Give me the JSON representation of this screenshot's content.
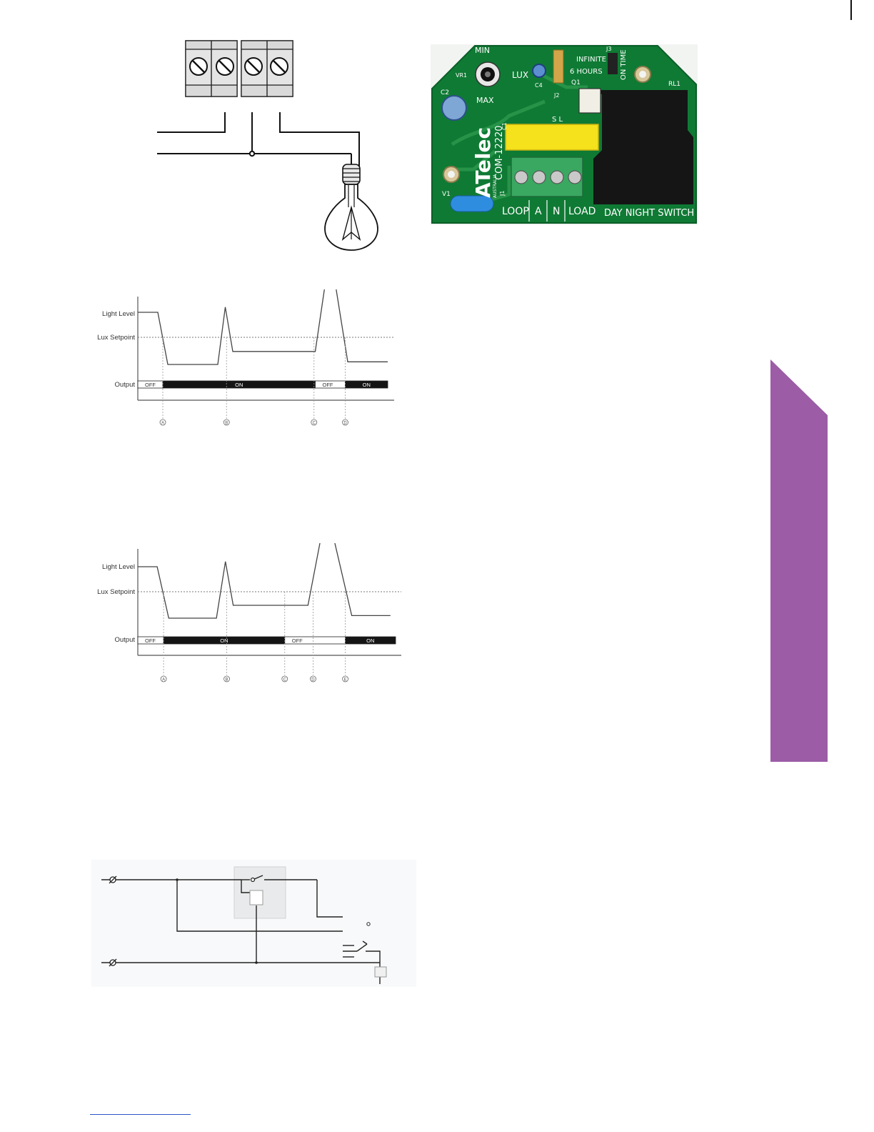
{
  "wiring_diagram": {
    "terminal_block": {
      "terminal_count": 4
    }
  },
  "pcb": {
    "brand": "ATelec",
    "brand_sub": "AUSTRALIA",
    "model": "COM-12220",
    "labels": {
      "min": "MIN",
      "max": "MAX",
      "lux": "LUX",
      "vr1": "VR1",
      "c2": "C2",
      "c4": "C4",
      "c1": "C1",
      "j2": "J2",
      "j3": "J3",
      "q1": "Q1",
      "rl1": "RL1",
      "j1": "J1",
      "v1": "V1",
      "sl": "S  L",
      "infinite": "INFINITE",
      "six_hours": "6 HOURS",
      "on_time": "ON TIME",
      "terminals": [
        "LOOP",
        "A",
        "N",
        "LOAD"
      ],
      "product": "DAY NIGHT SWITCH"
    },
    "colors": {
      "board": "#0f7a34",
      "relay": "#151515",
      "capacitor": "#f5e11c",
      "terminal_block": "#3aa861",
      "varistor": "#2f8de0"
    }
  },
  "chart_data": [
    {
      "type": "line",
      "labels": {
        "light_level": "Light Level",
        "lux_setpoint": "Lux Setpoint",
        "output": "Output"
      },
      "light_level": [
        {
          "t": 0,
          "level": 1.0
        },
        {
          "t": 8,
          "level": 1.0
        },
        {
          "t": 12,
          "level": 0.0
        },
        {
          "t": 32,
          "level": 0.0
        },
        {
          "t": 35,
          "level": 1.1
        },
        {
          "t": 38,
          "level": 0.25
        },
        {
          "t": 71,
          "level": 0.25
        },
        {
          "t": 75,
          "level": 1.55
        },
        {
          "t": 79,
          "level": 1.55
        },
        {
          "t": 84,
          "level": 0.05
        },
        {
          "t": 100,
          "level": 0.05
        }
      ],
      "setpoint": 0.75,
      "output_segments": [
        {
          "from": 0,
          "to": 10,
          "state": "OFF"
        },
        {
          "from": 10,
          "to": 71,
          "state": "ON"
        },
        {
          "from": 71,
          "to": 83,
          "state": "OFF"
        },
        {
          "from": 83,
          "to": 100,
          "state": "ON"
        }
      ],
      "markers": [
        {
          "t": 10,
          "label": "A"
        },
        {
          "t": 35.5,
          "label": "B"
        },
        {
          "t": 70.5,
          "label": "C"
        },
        {
          "t": 83,
          "label": "D"
        }
      ],
      "grid": false
    },
    {
      "type": "line",
      "labels": {
        "light_level": "Light Level",
        "lux_setpoint": "Lux Setpoint",
        "output": "Output"
      },
      "light_level": [
        {
          "t": 0,
          "level": 1.0
        },
        {
          "t": 7.5,
          "level": 1.0
        },
        {
          "t": 12,
          "level": 0.0
        },
        {
          "t": 30.5,
          "level": 0.0
        },
        {
          "t": 34,
          "level": 1.1
        },
        {
          "t": 37,
          "level": 0.25
        },
        {
          "t": 66,
          "level": 0.25
        },
        {
          "t": 71,
          "level": 1.55
        },
        {
          "t": 76,
          "level": 1.55
        },
        {
          "t": 83,
          "level": 0.05
        },
        {
          "t": 98,
          "level": 0.05
        }
      ],
      "setpoint": 0.75,
      "output_segments": [
        {
          "from": 0,
          "to": 10,
          "state": "OFF"
        },
        {
          "from": 10,
          "to": 57,
          "state": "ON"
        },
        {
          "from": 57,
          "to": 80.5,
          "state": "OFF"
        },
        {
          "from": 80.5,
          "to": 100,
          "state": "ON"
        }
      ],
      "markers": [
        {
          "t": 10,
          "label": "A"
        },
        {
          "t": 34.5,
          "label": "B"
        },
        {
          "t": 57,
          "label": "C"
        },
        {
          "t": 68,
          "label": "D"
        },
        {
          "t": 80.5,
          "label": "E"
        }
      ],
      "grid": false
    }
  ],
  "side_tab": {
    "color": "#9c5ca6"
  },
  "footer_rule": {
    "color": "#2a55c9"
  }
}
